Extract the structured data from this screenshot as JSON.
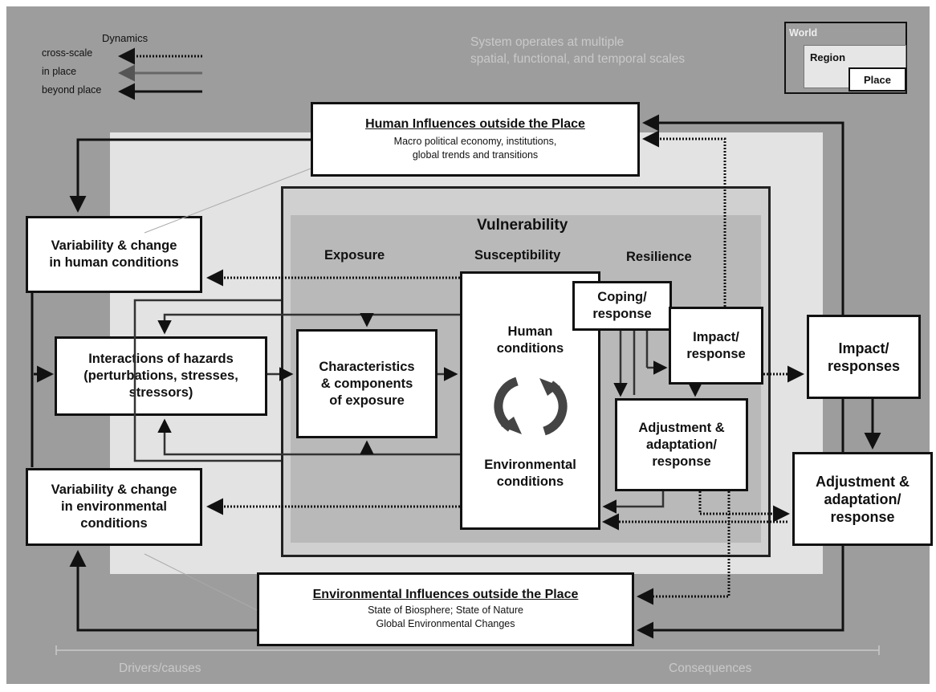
{
  "legend": {
    "title": "Dynamics",
    "items": [
      {
        "label": "cross-scale",
        "style": "dotted"
      },
      {
        "label": "in place",
        "style": "gray"
      },
      {
        "label": "beyond place",
        "style": "solid"
      }
    ]
  },
  "system_note": "System operates at multiple\nspatial, functional, and temporal scales",
  "scales": {
    "world": "World",
    "region": "Region",
    "place": "Place"
  },
  "human_influences": {
    "title": "Human Influences outside the Place",
    "sub": "Macro political economy, institutions,\nglobal trends and transitions"
  },
  "environmental_influences": {
    "title": "Environmental Influences outside the Place",
    "sub": "State of Biosphere; State of Nature\nGlobal Environmental Changes"
  },
  "vulnerability": "Vulnerability",
  "headers": {
    "exposure": "Exposure",
    "susceptibility": "Susceptibility",
    "resilience": "Resilience"
  },
  "nodes": {
    "var_human": "Variability & change\nin human conditions",
    "hazards": "Interactions of hazards\n(perturbations, stresses,\nstressors)",
    "var_env": "Variability & change\nin environmental\nconditions",
    "exposure_chars": "Characteristics\n& components\nof exposure",
    "human_conditions": "Human\nconditions",
    "environmental_conditions": "Environmental\nconditions",
    "coping": "Coping/\nresponse",
    "impact_inner": "Impact/\nresponse",
    "adjust_inner": "Adjustment &\nadaptation/\nresponse",
    "impact_outer": "Impact/\nresponses",
    "adjust_outer": "Adjustment &\nadaptation/\nresponse"
  },
  "footer": {
    "left": "Drivers/causes",
    "right": "Consequences"
  },
  "colors": {
    "world": "#9d9d9d",
    "region": "#e3e3e3",
    "place": "#d0d0d0",
    "vulnerability": "#b9b9b9",
    "line": "#111111"
  }
}
